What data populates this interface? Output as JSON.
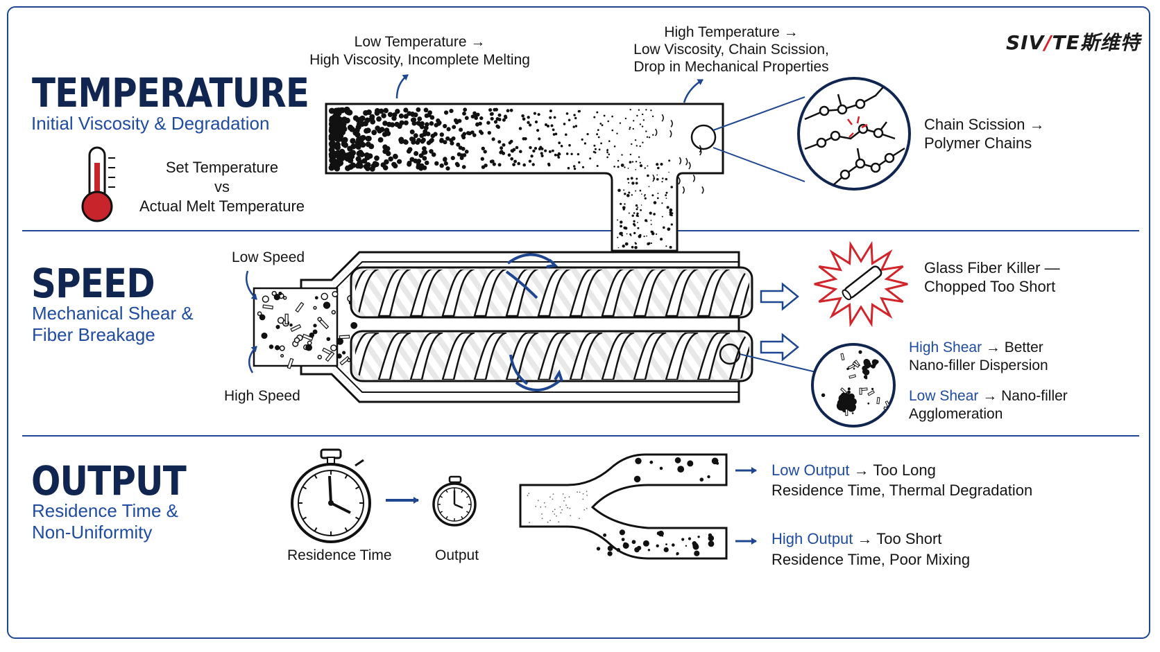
{
  "brand": {
    "logo_left": "SIV",
    "logo_slash": "/",
    "logo_right": "TE",
    "logo_cn": "斯维特"
  },
  "temperature": {
    "title": "TEMPERATURE",
    "subtitle": "Initial Viscosity & Degradation",
    "thermo_label": "Set Temperature\nvs\nActual Melt Temperature",
    "low_note": "Low Temperature →\nHigh Viscosity, Incomplete Melting",
    "high_note": "High Temperature →\nLow Viscosity, Chain Scission,\nDrop in Mechanical Properties",
    "chain_note": "Chain Scission →\nPolymer Chains"
  },
  "speed": {
    "title": "SPEED",
    "subtitle": "Mechanical Shear &\nFiber Breakage",
    "low_speed": "Low Speed",
    "high_speed": "High Speed",
    "glass_note": "Glass Fiber Killer —\nChopped Too Short",
    "high_shear_key": "High Shear",
    "high_shear_rest": "→ Better\nNano-filler Dispersion",
    "low_shear_key": "Low Shear",
    "low_shear_rest": "→ Nano-filler\nAgglomeration"
  },
  "output": {
    "title": "OUTPUT",
    "subtitle": "Residence Time &\nNon-Uniformity",
    "residence_label": "Residence Time",
    "output_label": "Output",
    "low_output_key": "Low Output",
    "low_output_rest1": "→ Too Long",
    "low_output_rest2": "Residence Time, Thermal Degradation",
    "high_output_key": "High Output",
    "high_output_rest1": "→ Too Short",
    "high_output_rest2": "Residence Time, Poor Mixing"
  },
  "colors": {
    "accent": "#1f4690",
    "subtitle": "#1f4ba0",
    "title": "#10254f",
    "alert": "#d1242b"
  }
}
